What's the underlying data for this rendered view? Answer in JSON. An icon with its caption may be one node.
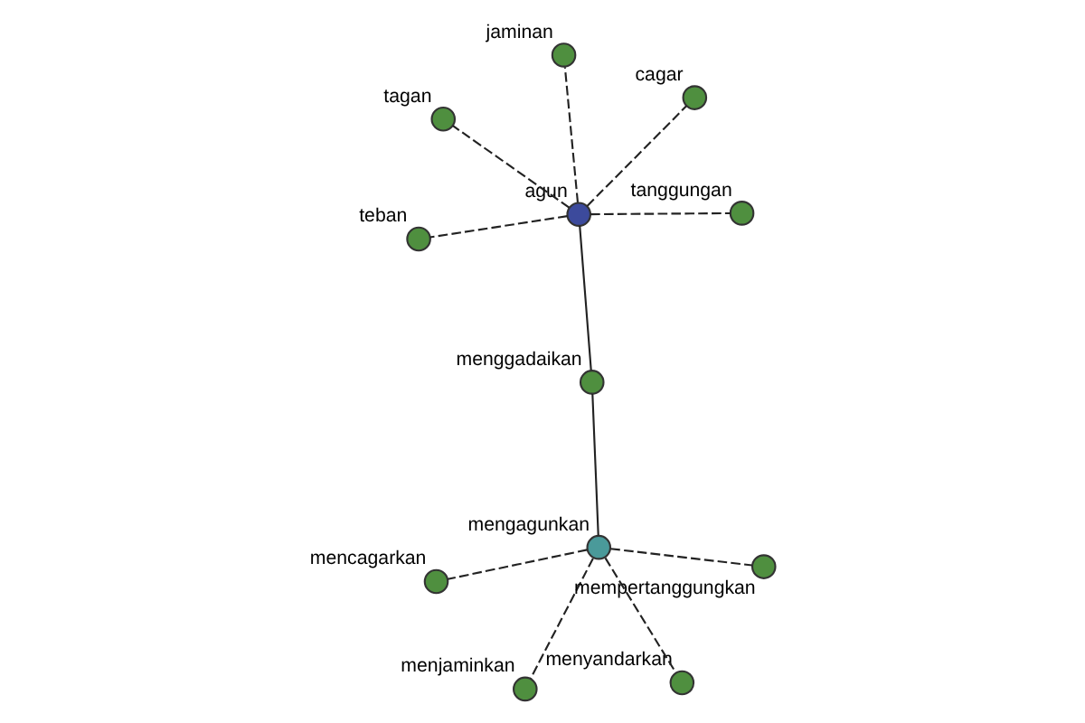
{
  "diagram": {
    "nodes": [
      {
        "text": [
          "agun"
        ]
      },
      {
        "text": [
          "tanggungan"
        ]
      },
      {
        "text": [
          "teban"
        ]
      },
      {
        "text": [
          "tagan"
        ]
      },
      {
        "text": [
          "cagar"
        ]
      },
      {
        "text": [
          "jaminan"
        ]
      },
      {
        "text": [
          "menggadaikan"
        ]
      },
      {
        "text": [
          "mengagunkan"
        ]
      },
      {
        "text": [
          "menjaminkan"
        ]
      },
      {
        "text": [
          "mempertanggungkan"
        ]
      },
      {
        "text": [
          "menyandarkan"
        ]
      },
      {
        "text": [
          "mencagarkan"
        ]
      }
    ],
    "edges": [
      {
        "from": 0,
        "to": 1,
        "arrow": "none",
        "style": "dashed"
      },
      {
        "from": 0,
        "to": 2,
        "arrow": "none",
        "style": "dashed"
      },
      {
        "from": 0,
        "to": 3,
        "arrow": "none",
        "style": "dashed"
      },
      {
        "from": 0,
        "to": 4,
        "arrow": "none",
        "style": "dashed"
      },
      {
        "from": 0,
        "to": 5,
        "arrow": "none",
        "style": "dashed"
      },
      {
        "from": 0,
        "to": 6,
        "arrow": "none"
      },
      {
        "from": 6,
        "to": 7,
        "arrow": "none"
      },
      {
        "from": 7,
        "to": 8,
        "arrow": "none",
        "style": "dashed"
      },
      {
        "from": 7,
        "to": 9,
        "arrow": "none",
        "style": "dashed"
      },
      {
        "from": 7,
        "to": 10,
        "arrow": "none",
        "style": "dashed"
      },
      {
        "from": 7,
        "to": 11,
        "arrow": "none",
        "style": "dashed"
      }
    ]
  }
}
